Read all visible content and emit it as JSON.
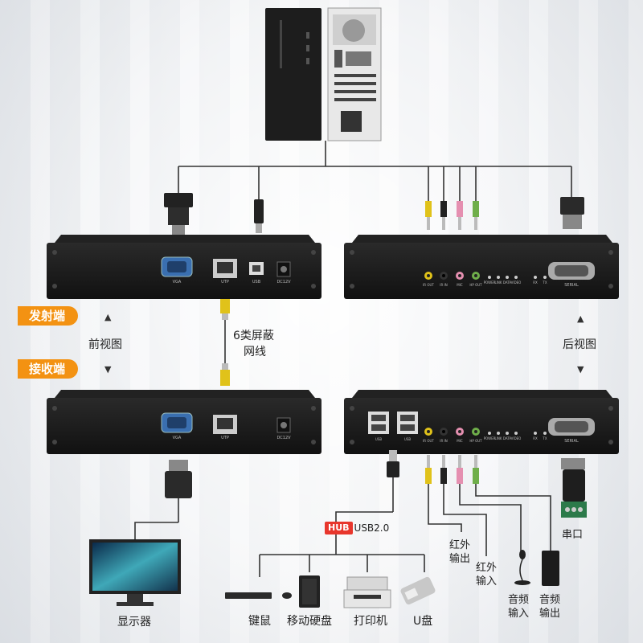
{
  "labels": {
    "transmitter": "发射端",
    "receiver": "接收端",
    "front_view": "前视图",
    "rear_view": "后视图",
    "cable_line1": "6类屏蔽",
    "cable_line2": "网线",
    "hub_tag": "HUB",
    "hub_text": "USB2.0",
    "serial": "串口",
    "ir_out_1": "红外",
    "ir_out_2": "输出",
    "ir_in_1": "红外",
    "ir_in_2": "输入",
    "audio_in_1": "音频",
    "audio_in_2": "输入",
    "audio_out_1": "音频",
    "audio_out_2": "输出",
    "monitor": "显示器",
    "keyboard_mouse": "键鼠",
    "hdd": "移动硬盘",
    "printer": "打印机",
    "udisk": "U盘"
  },
  "ports": {
    "vga": "VGA",
    "utp": "UTP",
    "usb": "USB",
    "dc": "DC12V",
    "serial": "SERIAL",
    "ir_out": "IR OUT",
    "ir_in": "IR IN",
    "mic_in": "MIC",
    "hp_out": "HP OUT",
    "power": "POWER",
    "link": "LINK",
    "data": "DATA",
    "video": "VIDEO",
    "rx": "RX",
    "tx": "TX"
  },
  "colors": {
    "badge": "#f39212",
    "hub": "#e8362c",
    "line": "#333333",
    "device": "#151515",
    "jack_yellow": "#e0c21a",
    "jack_pink": "#e58fb0",
    "jack_green": "#6fae4a"
  }
}
